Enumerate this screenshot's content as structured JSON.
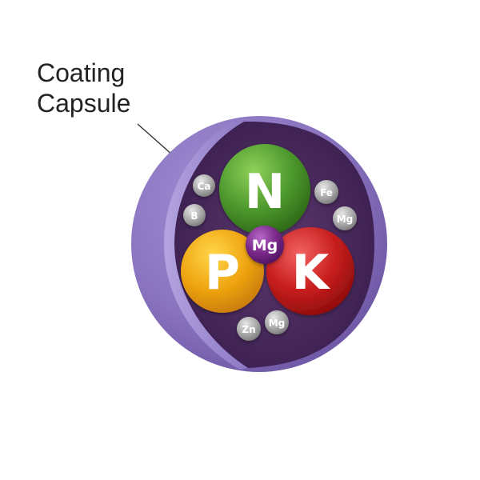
{
  "callout": {
    "line1": "Coating",
    "line2": "Capsule"
  },
  "nutrients": {
    "N": "N",
    "P": "P",
    "K": "K",
    "Mg_center": "Mg"
  },
  "trace_elements": {
    "ca": "Ca",
    "b": "B",
    "fe": "Fe",
    "mg_right": "Mg",
    "zn": "Zn",
    "mg_bottom": "Mg"
  },
  "colors": {
    "capsule_outer": "#8a74c0",
    "capsule_inner": "#4a2a5e",
    "nitrogen": "#4e9a2e",
    "phosphorus": "#f0a612",
    "potassium": "#c81e1e",
    "magnesium": "#7a2a8a",
    "trace": "#9a9a9a"
  }
}
